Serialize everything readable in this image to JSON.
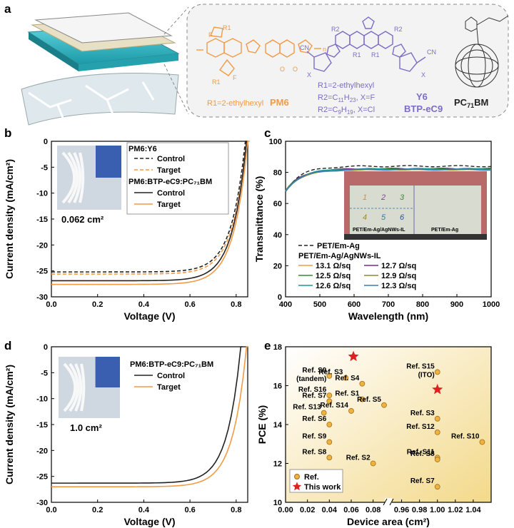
{
  "panel_labels": {
    "a": "a",
    "b": "b",
    "c": "c",
    "d": "d",
    "e": "e"
  },
  "colors": {
    "orange": "#f29a45",
    "purple": "#7d6cc4",
    "gray": "#444444",
    "star": "#e02020",
    "dot": "#f0b23d"
  },
  "molecules": {
    "pm6": {
      "name": "PM6",
      "r1": "R1=2-ethylhexyl"
    },
    "y6": {
      "r1": "R1=2-ethylhexyl",
      "r2a": "R2=C",
      "r2a_sub": "11",
      "r2a_tail": "H",
      "r2a_sub2": "23",
      "r2a_end": ", X=F",
      "name_y6": "Y6",
      "r2b": "R2=C",
      "r2b_sub": "9",
      "r2b_tail": "H",
      "r2b_sub2": "19",
      "r2b_end": ", X=Cl",
      "name_btp": "BTP-eC9"
    },
    "pcbm": {
      "name": "PC",
      "sub": "71",
      "tail": "BM"
    }
  },
  "chart_data": [
    {
      "id": "b",
      "type": "line",
      "xlabel": "Voltage (V)",
      "ylabel": "Current density (mA/cm²)",
      "xlim": [
        0,
        0.85
      ],
      "ylim": [
        -30,
        0
      ],
      "xticks": [
        "0.0",
        "0.2",
        "0.4",
        "0.6",
        "0.8"
      ],
      "yticks": [
        "0",
        "-5",
        "-10",
        "-15",
        "-20",
        "-25",
        "-30"
      ],
      "legend": {
        "group1": "PM6:Y6",
        "group2": "PM6:BTP-eC9:PC₇₁BM",
        "labels": [
          "Control",
          "Target",
          "Control",
          "Target"
        ]
      },
      "inset_text": "0.062 cm²",
      "series": [
        {
          "name": "Control",
          "group": "PM6:Y6",
          "style": "dashed",
          "color": "#222222",
          "jsc": -25.2,
          "voc": 0.84
        },
        {
          "name": "Target",
          "group": "PM6:Y6",
          "style": "dashed",
          "color": "#f29a45",
          "jsc": -25.6,
          "voc": 0.845
        },
        {
          "name": "Control",
          "group": "PM6:BTP-eC9:PC₇₁BM",
          "style": "solid",
          "color": "#222222",
          "jsc": -26.9,
          "voc": 0.845
        },
        {
          "name": "Target",
          "group": "PM6:BTP-eC9:PC₇₁BM",
          "style": "solid",
          "color": "#f29a45",
          "jsc": -27.6,
          "voc": 0.85
        }
      ]
    },
    {
      "id": "c",
      "type": "line",
      "xlabel": "Wavelength (nm)",
      "ylabel": "Transmittance (%)",
      "xlim": [
        400,
        1000
      ],
      "ylim": [
        0,
        100
      ],
      "xticks": [
        "400",
        "500",
        "600",
        "700",
        "800",
        "900",
        "1000"
      ],
      "yticks": [
        "0",
        "20",
        "40",
        "60",
        "80",
        "100"
      ],
      "legend_top": [
        "PET/Em-Ag",
        "PET/Em-Ag/AgNWs-IL"
      ],
      "inset_labels": [
        "1",
        "2",
        "3",
        "4",
        "5",
        "6",
        "PET/Em-Ag/AgNWs-IL",
        "PET/Em-Ag"
      ],
      "series": [
        {
          "name": "PET/Em-Ag",
          "style": "dashed",
          "color": "#222222",
          "base": 84
        },
        {
          "name": "13.1 Ω/sq",
          "color": "#f29a45",
          "base": 82
        },
        {
          "name": "12.7 Ω/sq",
          "color": "#7a2a8a",
          "base": 82.3
        },
        {
          "name": "12.5 Ω/sq",
          "color": "#2e8b3a",
          "base": 82.1
        },
        {
          "name": "12.9 Ω/sq",
          "color": "#8a8a2a",
          "base": 81.9
        },
        {
          "name": "12.6 Ω/sq",
          "color": "#1a9a9a",
          "base": 82.2
        },
        {
          "name": "12.3 Ω/sq",
          "color": "#3a7ab8",
          "base": 81.8
        }
      ]
    },
    {
      "id": "d",
      "type": "line",
      "xlabel": "Voltage (V)",
      "ylabel": "Current density (mA/cm²)",
      "xlim": [
        0,
        0.85
      ],
      "ylim": [
        -30,
        0
      ],
      "xticks": [
        "0.0",
        "0.2",
        "0.4",
        "0.6",
        "0.8"
      ],
      "yticks": [
        "0",
        "-5",
        "-10",
        "-15",
        "-20",
        "-25",
        "-30"
      ],
      "legend": {
        "group": "PM6:BTP-eC9:PC₇₁BM",
        "labels": [
          "Control",
          "Target"
        ]
      },
      "inset_text": "1.0 cm²",
      "series": [
        {
          "name": "Control",
          "color": "#222222",
          "jsc": -26.3,
          "voc": 0.82
        },
        {
          "name": "Target",
          "color": "#f29a45",
          "jsc": -27.0,
          "voc": 0.845
        }
      ]
    },
    {
      "id": "e",
      "type": "scatter",
      "xlabel": "Device area (cm²)",
      "ylabel": "PCE (%)",
      "ylim": [
        10,
        18
      ],
      "xticks": [
        "0.00",
        "0.02",
        "0.04",
        "0.06",
        "0.08",
        "0.96",
        "0.98",
        "1.00",
        "1.02",
        "1.04"
      ],
      "yticks": [
        "10",
        "12",
        "14",
        "16",
        "18"
      ],
      "legend": [
        "Ref.",
        "This work"
      ],
      "points": [
        {
          "x": 0.04,
          "y": 16.5,
          "label": "Ref. S9 (tandem)"
        },
        {
          "x": 0.055,
          "y": 16.4,
          "label": "Ref. S3"
        },
        {
          "x": 0.07,
          "y": 16.1,
          "label": "Ref. S4"
        },
        {
          "x": 0.04,
          "y": 15.5,
          "label": "Ref. S16"
        },
        {
          "x": 0.07,
          "y": 15.3,
          "label": "Ref. S1"
        },
        {
          "x": 0.04,
          "y": 15.2,
          "label": "Ref. S7"
        },
        {
          "x": 0.09,
          "y": 15.0,
          "label": "Ref. S5"
        },
        {
          "x": 0.035,
          "y": 14.6,
          "label": "Ref. S13"
        },
        {
          "x": 0.06,
          "y": 14.7,
          "label": "Ref. S14"
        },
        {
          "x": 0.04,
          "y": 14.0,
          "label": "Ref. S6"
        },
        {
          "x": 0.04,
          "y": 13.1,
          "label": "Ref. S9"
        },
        {
          "x": 0.04,
          "y": 12.3,
          "label": "Ref. S8"
        },
        {
          "x": 0.08,
          "y": 12.0,
          "label": "Ref. S2"
        },
        {
          "x": 1.0,
          "y": 16.7,
          "label": "Ref. S15 (ITO)"
        },
        {
          "x": 1.0,
          "y": 14.3,
          "label": "Ref. S3"
        },
        {
          "x": 1.0,
          "y": 13.6,
          "label": "Ref. S12"
        },
        {
          "x": 1.05,
          "y": 13.1,
          "label": "Ref. S10"
        },
        {
          "x": 1.0,
          "y": 12.3,
          "label": "Ref. S11"
        },
        {
          "x": 1.0,
          "y": 12.2,
          "label": "Ref. S8"
        },
        {
          "x": 1.0,
          "y": 10.8,
          "label": "Ref. S7"
        }
      ],
      "this_work": [
        {
          "x": 0.062,
          "y": 17.5
        },
        {
          "x": 1.0,
          "y": 15.8
        }
      ]
    }
  ]
}
